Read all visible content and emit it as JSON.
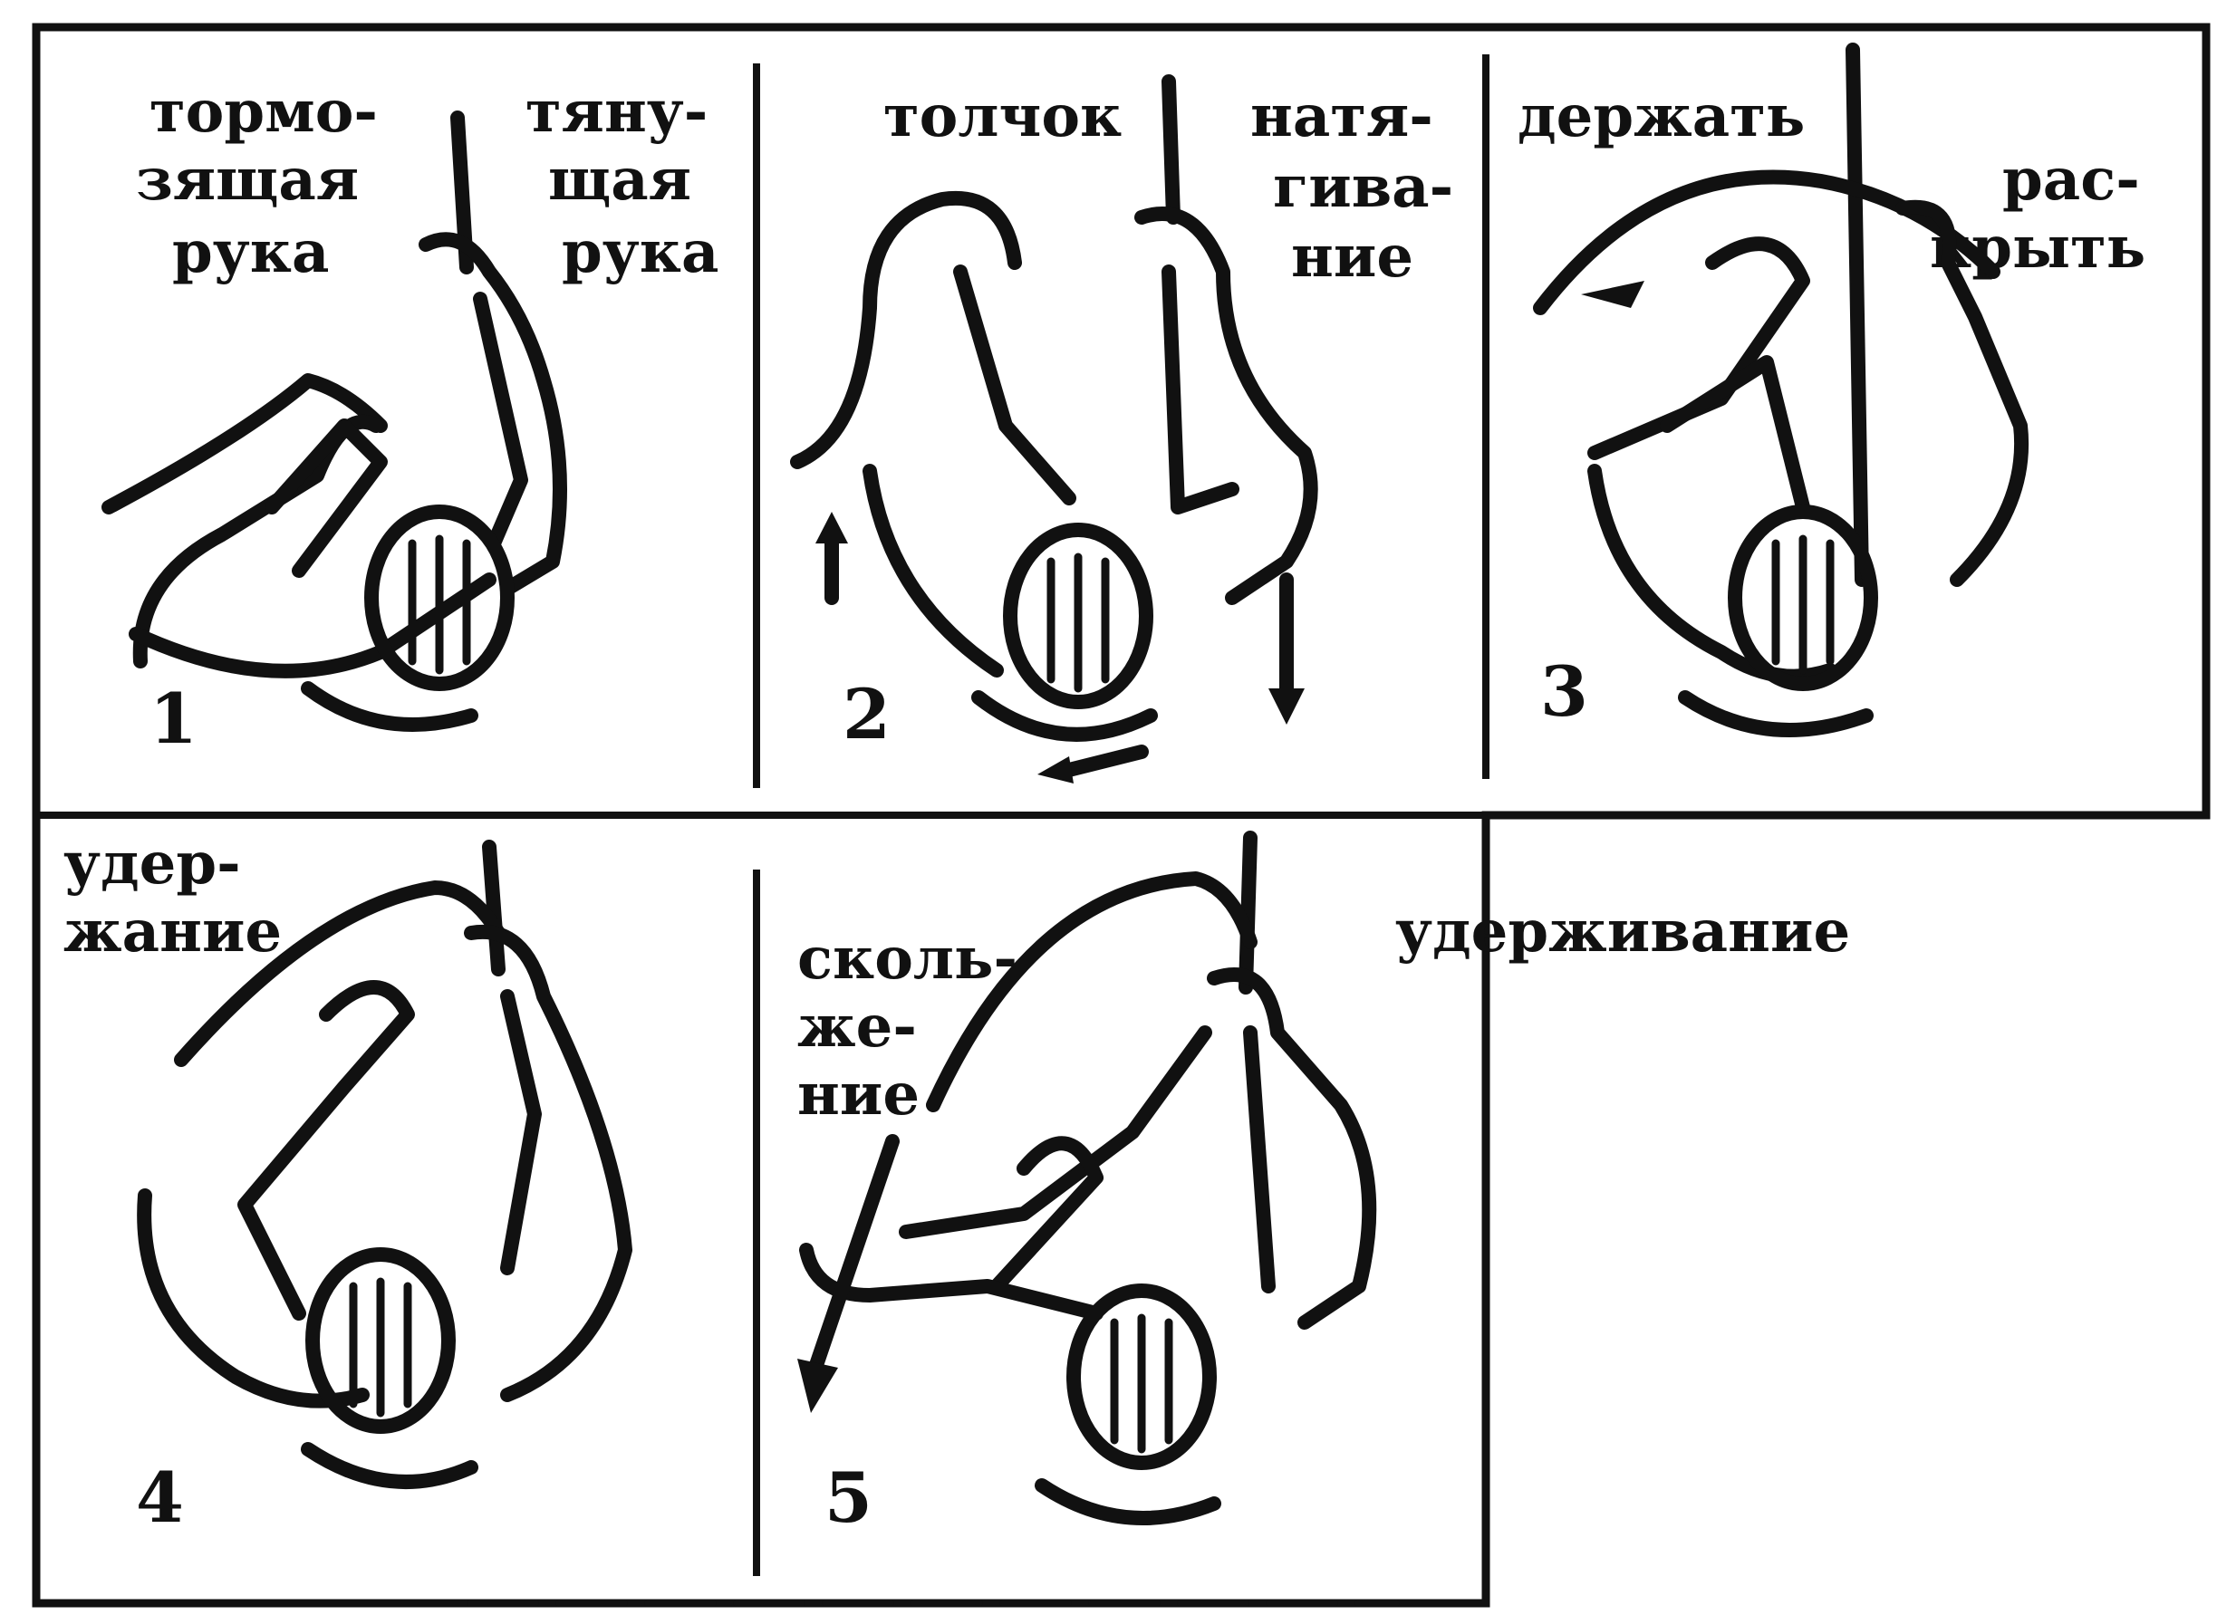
{
  "panels": [
    {
      "number": "1",
      "labels": {
        "left": [
          "тормо-",
          "зящая",
          "рука"
        ],
        "right": [
          "тяну-",
          "щая",
          "рука"
        ]
      }
    },
    {
      "number": "2",
      "labels": {
        "left": [
          "толчок"
        ],
        "right": [
          "натя-",
          "гива-",
          "ние"
        ]
      }
    },
    {
      "number": "3",
      "labels": {
        "left": [
          "держать"
        ],
        "right": [
          "рас-",
          "крыть"
        ]
      }
    },
    {
      "number": "4",
      "labels": {
        "left": [
          "удер-",
          "жание"
        ]
      }
    },
    {
      "number": "5",
      "labels": {
        "left": [
          "сколь-",
          "же-",
          "ние"
        ],
        "right": [
          "удерживание"
        ]
      }
    }
  ]
}
